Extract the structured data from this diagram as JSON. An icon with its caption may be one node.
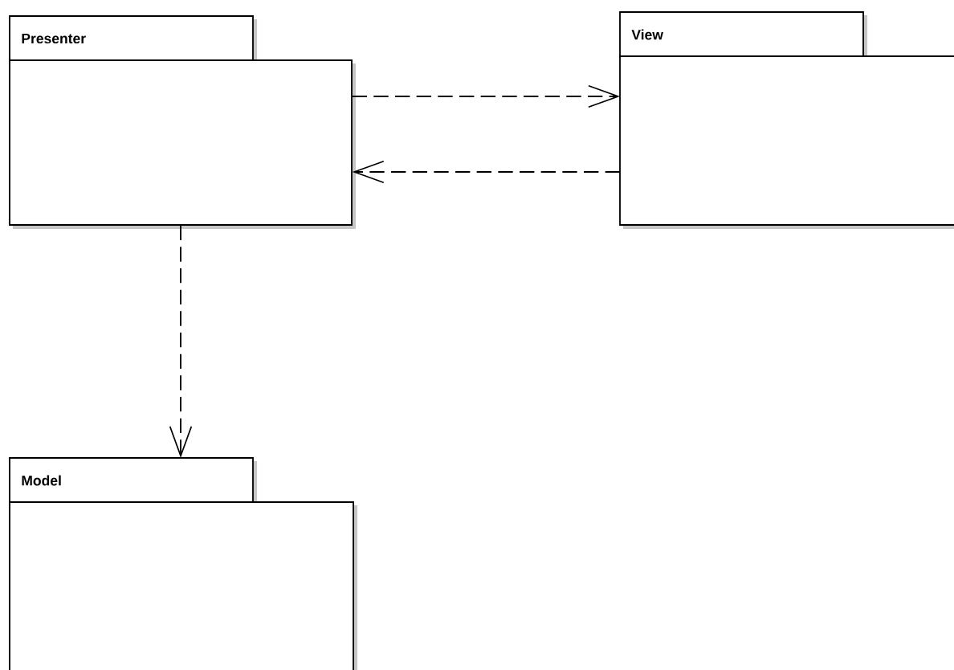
{
  "diagram": {
    "nodes": [
      {
        "text": [
          "Presenter"
        ]
      },
      {
        "text": [
          "View"
        ]
      },
      {
        "text": [
          "Model"
        ]
      }
    ],
    "edges": [
      {
        "from": 0,
        "to": 1,
        "arrow": "to",
        "style": "dashed"
      },
      {
        "from": 1,
        "to": 0,
        "arrow": "to",
        "style": "dashed"
      },
      {
        "from": 0,
        "to": 2,
        "arrow": "to",
        "style": "dashed"
      }
    ]
  }
}
